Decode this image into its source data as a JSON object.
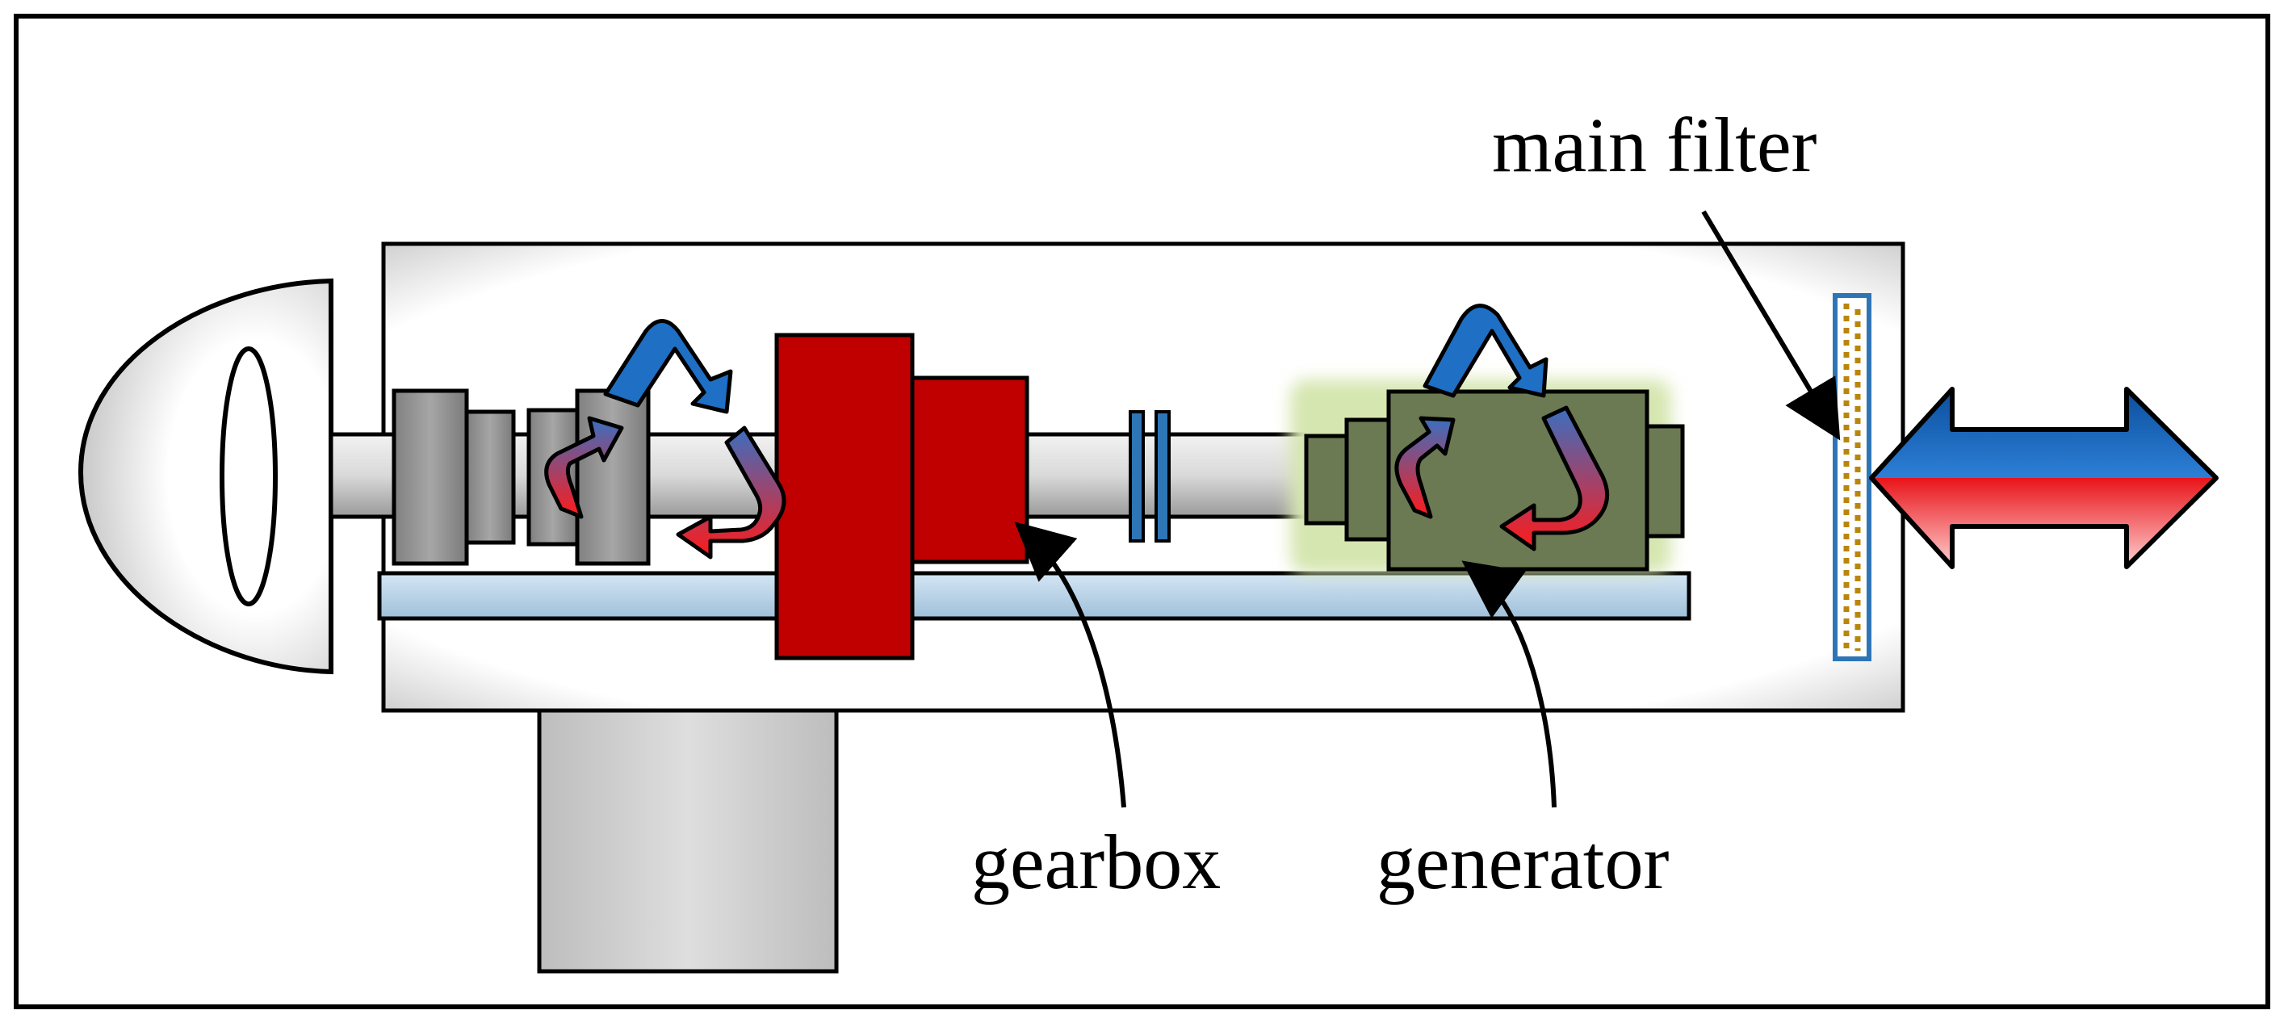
{
  "labels": {
    "main_filter": "main filter",
    "gearbox": "gearbox",
    "generator": "generator"
  },
  "colors": {
    "frame": "#000000",
    "nacelle_fill": "#ffffff",
    "gear_red": "#c00000",
    "generator_green": "#6b7a52",
    "generator_glow": "#d6e6b0",
    "hub_gray": "#9a9a9a",
    "base_blue": "#b8d4ea",
    "filter_blue": "#2e75b6",
    "filter_gold": "#b8860b",
    "airflow_hot": "#ff1a1a",
    "airflow_cold": "#1f6fc4",
    "tower_gray": "#d4d4d4"
  },
  "icons": {
    "airflow_loop": "recirculation-arrows-icon",
    "exchange": "double-headed-arrow-icon"
  }
}
